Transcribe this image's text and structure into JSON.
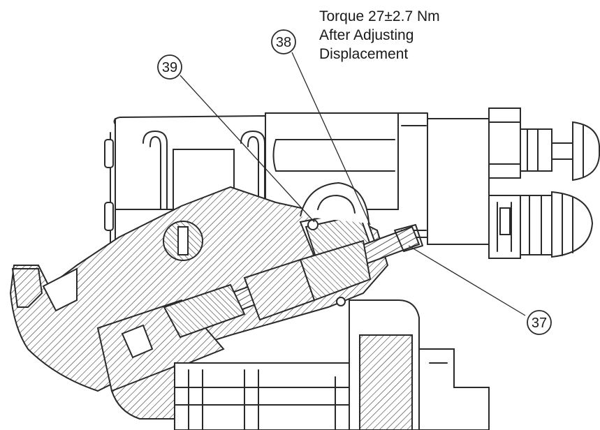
{
  "torque_note": {
    "line1": "Torque 27±2.7 Nm",
    "line2": "After Adjusting",
    "line3": "Displacement"
  },
  "balloons": {
    "b37": "37",
    "b38": "38",
    "b39": "39"
  }
}
